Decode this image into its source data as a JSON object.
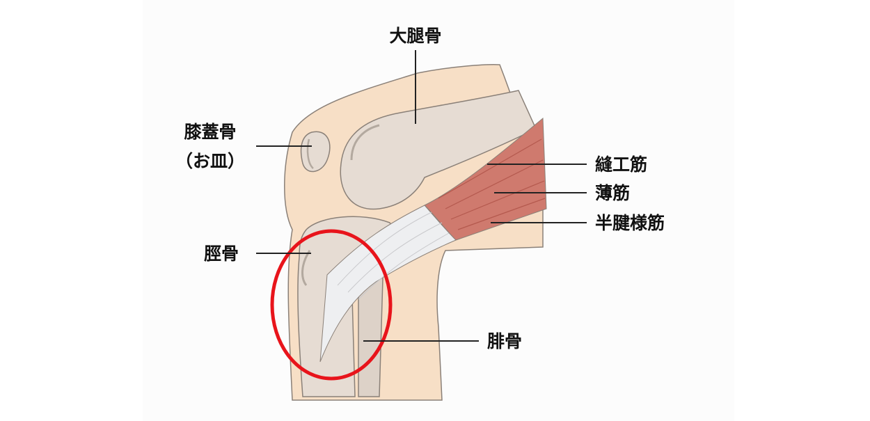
{
  "labels": {
    "femur": "大腿骨",
    "patella_line1": "膝蓋骨",
    "patella_line2": "（お皿）",
    "sartorius": "縫工筋",
    "gracilis": "薄筋",
    "semitendinosus": "半腱様筋",
    "tibia": "脛骨",
    "fibula": "腓骨"
  },
  "colors": {
    "skin": "#f7dfc6",
    "bone": "#e6dcd3",
    "muscle": "#cf7a6e",
    "tendon": "#eeeff1",
    "outline": "#8a8078",
    "highlight": "#e8141b"
  }
}
